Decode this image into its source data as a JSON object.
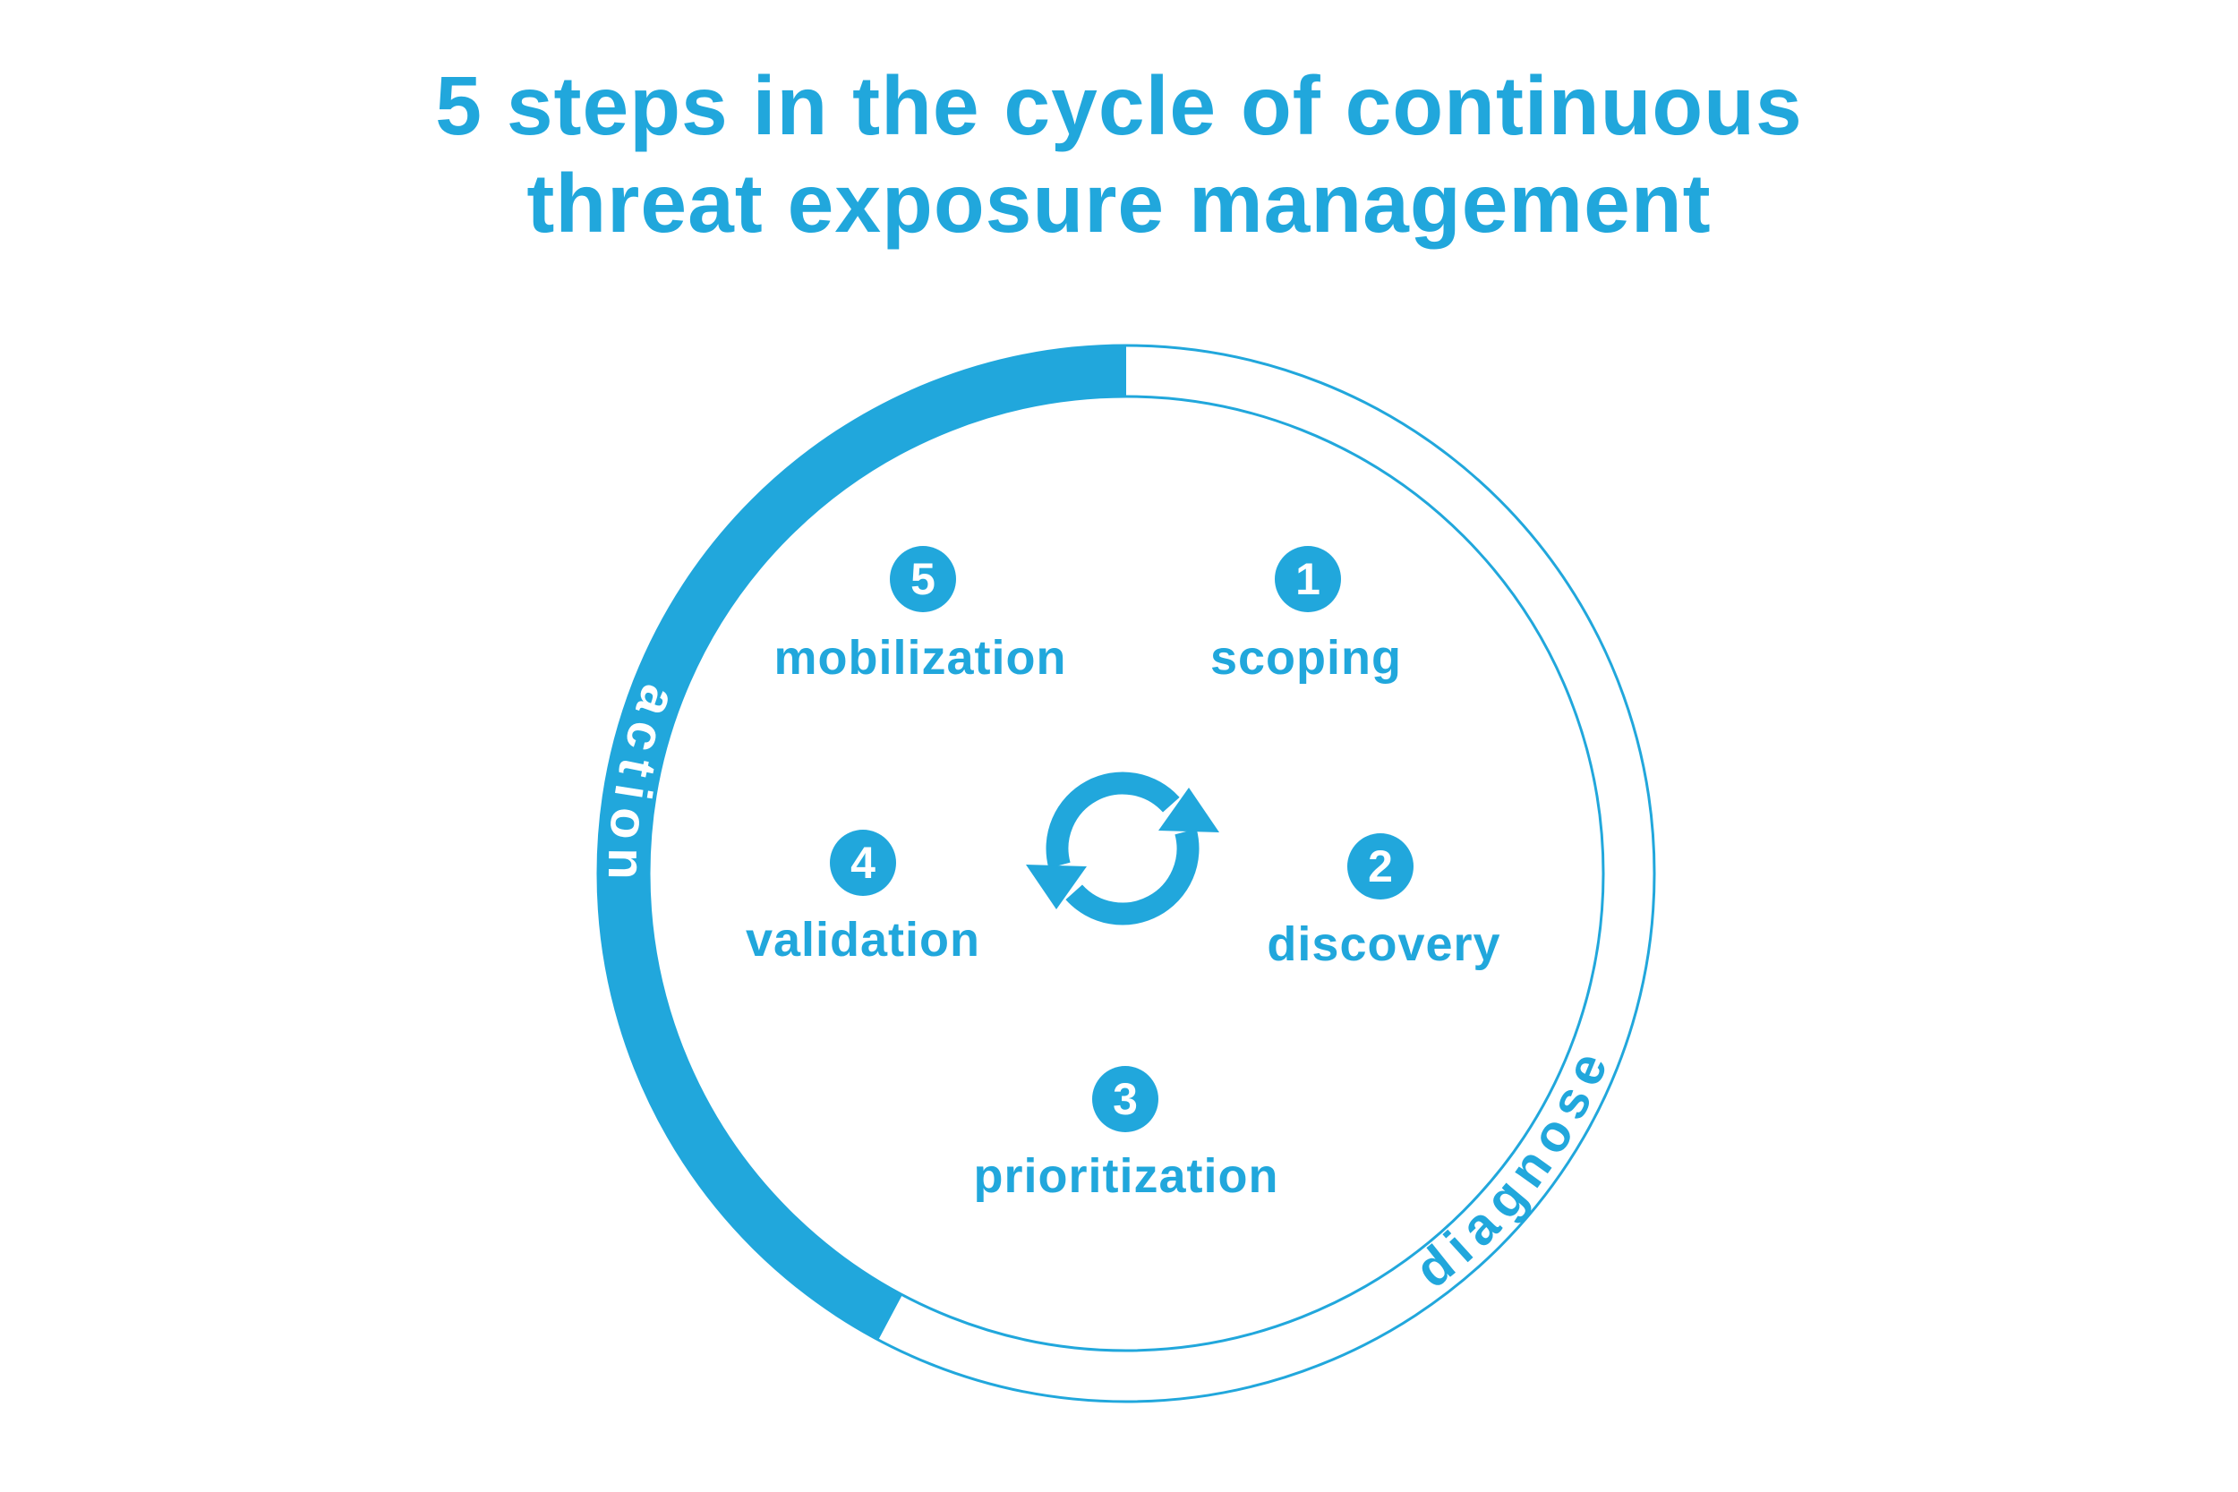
{
  "title": {
    "line1": "5 steps in the cycle of continuous",
    "line2": "threat exposure management"
  },
  "ring": {
    "action_label": "action",
    "diagnose_label": "diagnose"
  },
  "center_icon": "cycle-sync-arrows-icon",
  "steps": [
    {
      "number": "1",
      "label": "scoping"
    },
    {
      "number": "2",
      "label": "discovery"
    },
    {
      "number": "3",
      "label": "prioritization"
    },
    {
      "number": "4",
      "label": "validation"
    },
    {
      "number": "5",
      "label": "mobilization"
    }
  ],
  "colors": {
    "accent": "#21A7DC",
    "background": "#FFFFFF",
    "text_on_accent": "#FFFFFF"
  }
}
